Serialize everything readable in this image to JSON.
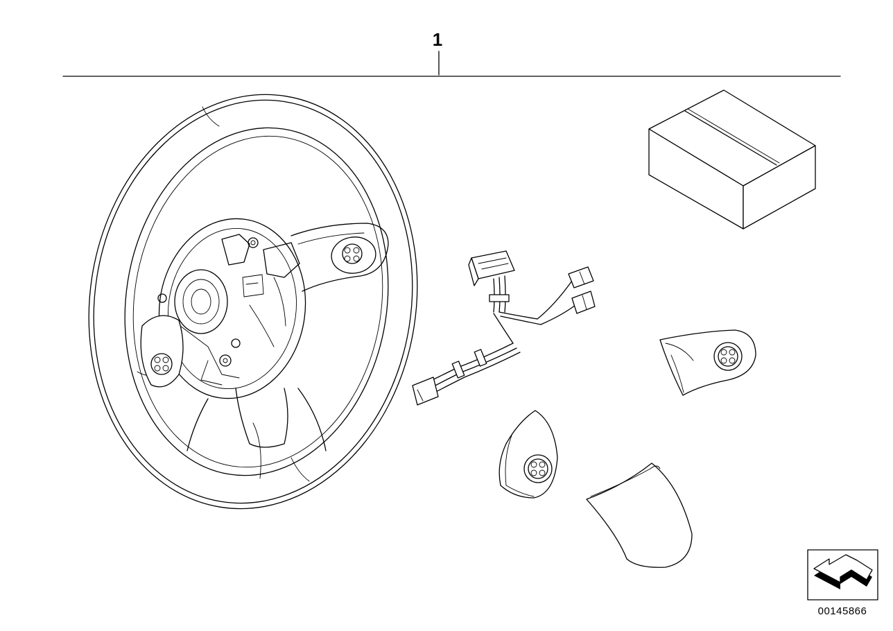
{
  "callout_number": "1",
  "diagram_number": "00145866",
  "parts": [
    {
      "name": "steering-wheel-assembly"
    },
    {
      "name": "wiring-harness"
    },
    {
      "name": "packaging-box"
    },
    {
      "name": "multifunction-switch-right"
    },
    {
      "name": "multifunction-switch-left"
    },
    {
      "name": "trim-cover"
    }
  ],
  "orientation_icon": "direction-arrow-icon"
}
